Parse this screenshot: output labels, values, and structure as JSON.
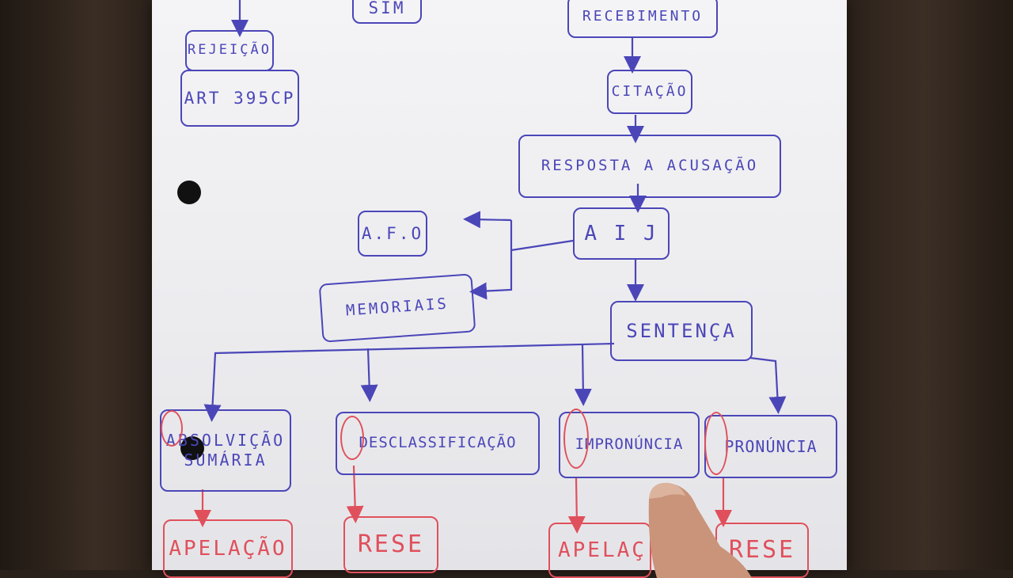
{
  "flowchart": {
    "top_partial": "SIM",
    "rejeicao": "REJEIÇÃO",
    "art395": "ART 395CP",
    "recebimento": "RECEBIMENTO",
    "citacao": "CITAÇÃO",
    "resposta": "RESPOSTA A ACUSAÇÃO",
    "aij": "A I J",
    "afo": "A.F.O",
    "memoriais": "MEMORIAIS",
    "sentenca": "SENTENÇA",
    "absolvicao": "ABSOLVIÇÃO SUMÁRIA",
    "desclassificacao": "DESCLASSIFICAÇÃO",
    "impronuncia": "IMPRONÚNCIA",
    "pronuncia": "PRONÚNCIA",
    "apelacao_1": "APELAÇÃO",
    "rese_1": "RESE",
    "apelacao_2": "APELAÇ",
    "rese_2": "RESE"
  },
  "colors": {
    "ink_blue": "#4b46b8",
    "ink_red": "#e0505c",
    "paper": "#efeff2"
  }
}
